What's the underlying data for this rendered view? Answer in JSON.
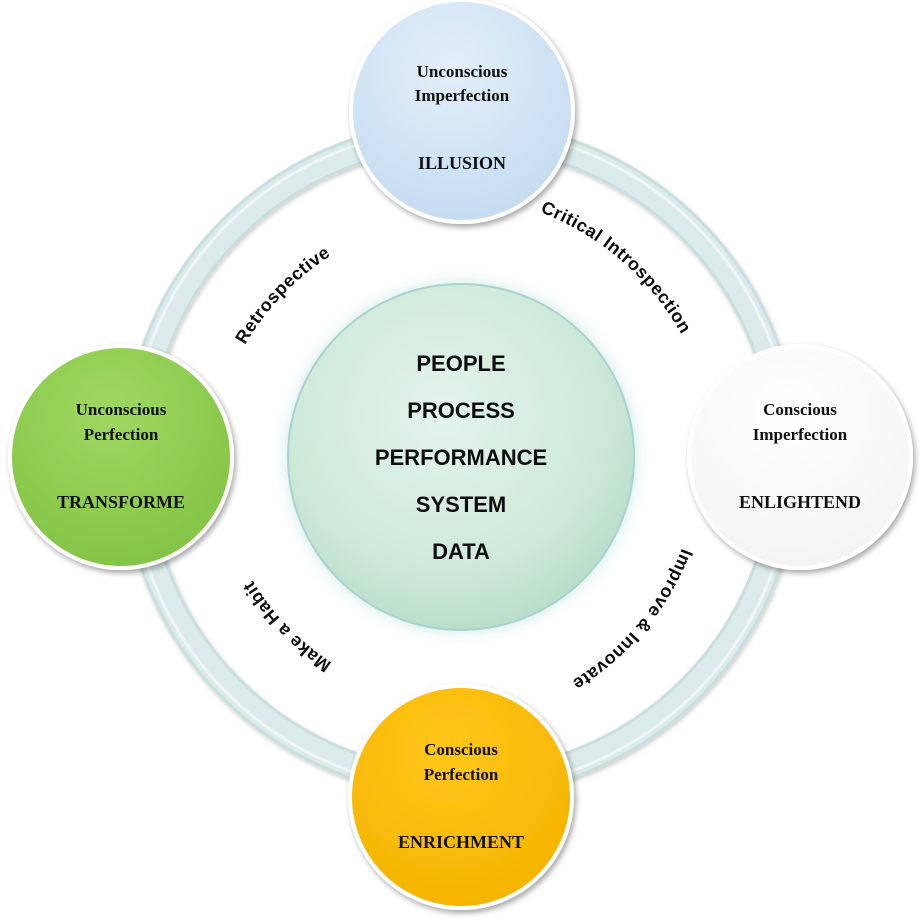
{
  "core": {
    "lines": [
      "PEOPLE",
      "PROCESS",
      "PERFORMANCE",
      "SYSTEM",
      "DATA"
    ]
  },
  "stages": {
    "top": {
      "title_line1": "Unconscious",
      "title_line2": "Imperfection",
      "keyword": "ILLUSION",
      "color": "#cfe3f5"
    },
    "right": {
      "title_line1": "Conscious",
      "title_line2": "Imperfection",
      "keyword": "ENLIGHTEND",
      "color": "#ffffff"
    },
    "bottom": {
      "title_line1": "Conscious",
      "title_line2": "Perfection",
      "keyword": "ENRICHMENT",
      "color": "#fdbd00"
    },
    "left": {
      "title_line1": "Unconscious",
      "title_line2": "Perfection",
      "keyword": "TRANSFORME",
      "color": "#8fce4f"
    }
  },
  "transitions": {
    "top_right": "Critical Introspection",
    "right_bottom": "Improve & Innovate",
    "bottom_left": "Make a Habit",
    "left_top": "Retrospective"
  },
  "colors": {
    "ring": "#d4e6e6",
    "core_fill": "#cde9d9",
    "core_glow": "#9fcfcf"
  }
}
